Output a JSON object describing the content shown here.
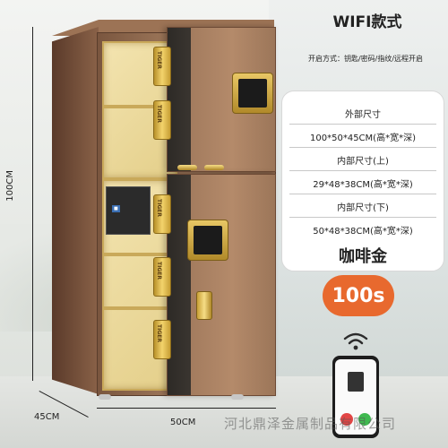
{
  "panel": {
    "title": "WIFI款式",
    "unlock_methods": "开启方式：钥匙/密码/指纹/远程开启",
    "external_size_label": "外部尺寸",
    "external_size_value": "100*50*45CM(高*宽*深)",
    "internal_upper_label": "内部尺寸(上)",
    "internal_upper_value": "29*48*38CM(高*宽*深)",
    "internal_lower_label": "内部尺寸(下)",
    "internal_lower_value": "50*48*38CM(高*宽*深)",
    "color": "咖啡金",
    "price": "100s"
  },
  "dimensions": {
    "height": "100CM",
    "width": "50CM",
    "depth": "45CM"
  },
  "product": {
    "bolt_text": "TIGER"
  },
  "watermark": "河北鼎泽金属制品有限公司",
  "colors": {
    "accent": "#e8692e",
    "gold": "#e4cf8a",
    "body": "#8a654b"
  }
}
